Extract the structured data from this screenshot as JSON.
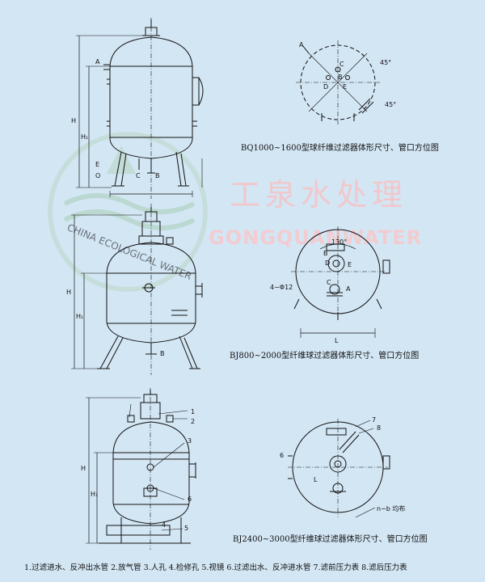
{
  "watermark": {
    "chinese": "工泉水处理",
    "english": "GONGQUANWATER",
    "logo_text": "CHINA ECOLOGICAL WATER"
  },
  "figures": [
    {
      "caption": "BQ1000~1600型球纤维过滤器体形尺寸、管口方位图",
      "elevation_labels": [
        "A",
        "H",
        "H₁",
        "E",
        "O",
        "C",
        "B"
      ],
      "plan_labels": [
        "A",
        "C",
        "B",
        "D",
        "E"
      ],
      "angles": [
        "45°",
        "45°"
      ]
    },
    {
      "caption": "BJ800~2000型纤维球过滤器体形尺寸、管口方位图",
      "elevation_labels": [
        "H",
        "H₁",
        "B"
      ],
      "plan_labels": [
        "B",
        "D",
        "E",
        "C",
        "A"
      ],
      "angle": "130°",
      "bolt": "4−Φ12",
      "dimension": "L"
    },
    {
      "caption": "BJ2400~3000型纤维球过滤器体形尺寸、管口方位图",
      "elevation_labels": [
        "H",
        "H₁"
      ],
      "plan_labels": [
        "7",
        "8",
        "6",
        "L"
      ],
      "bolt_note": "n−b 均布",
      "callouts": [
        "1",
        "2",
        "3",
        "4",
        "5",
        "6",
        "7",
        "8"
      ]
    }
  ],
  "legend": "1.过滤进水、反冲出水管  2.放气管  3.人孔  4.检修孔  5.视镜  6.过滤出水、反冲进水管  7.滤前压力表  8.滤后压力表"
}
